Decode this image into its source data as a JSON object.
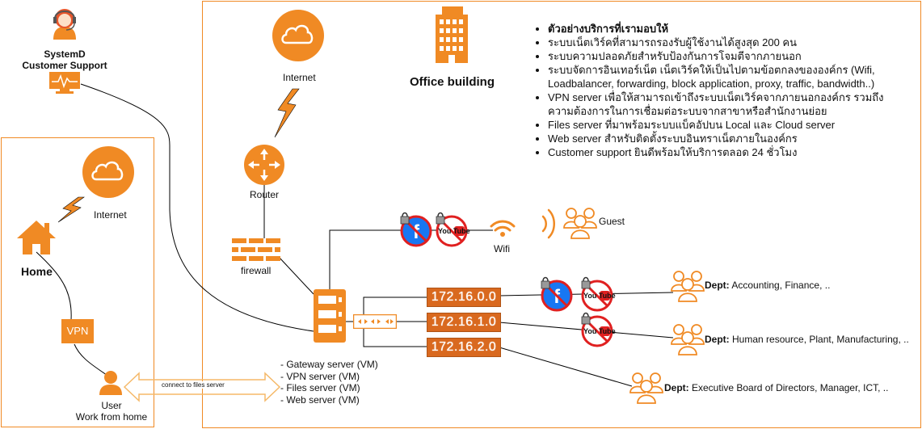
{
  "support": {
    "title_line1": "SystemD",
    "title_line2": "Customer Support"
  },
  "home": {
    "internet_label": "Internet",
    "home_label": "Home",
    "vpn_label": "VPN",
    "user_label": "User",
    "user_sublabel": "Work from home",
    "connect_label": "connect to files server"
  },
  "office": {
    "internet_label": "Internet",
    "router_label": "Router",
    "firewall_label": "firewall",
    "building_label": "Office building",
    "wifi_label": "Wifi",
    "guest_label": "Guest",
    "servers": [
      "- Gateway server (VM)",
      "- VPN server (VM)",
      "- Files server (VM)",
      "- Web server (VM)"
    ],
    "subnets": [
      "172.16.0.0",
      "172.16.1.0",
      "172.16.2.0"
    ],
    "depts": [
      {
        "prefix": "Dept:",
        "text": " Accounting, Finance, .."
      },
      {
        "prefix": "Dept:",
        "text": " Human resource, Plant, Manufacturing, .."
      },
      {
        "prefix": "Dept:",
        "text": " Executive Board of Directors, Manager, ICT, .."
      }
    ],
    "youtube_text": "You Tube"
  },
  "services": {
    "heading": "ตัวอย่างบริการที่เรามอบให้",
    "items": [
      "ระบบเน็ตเวิร์คที่สามารถรองรับผู้ใช้งานได้สูงสุด 200 คน",
      "ระบบความปลอดภัยสำหรับป้องกันการโจมตีจากภายนอก",
      "ระบบจัดการอินเทอร์เน็ต เน็ตเวิร์คให้เป็นไปตามข้อตกลงขององค์กร (Wifi, Loadbalancer, forwarding, block application, proxy, traffic, bandwidth..)",
      "VPN server เพื่อให้สามารถเข้าถึงระบบเน็ตเวิร์คจากภายนอกองค์กร รวมถึงความต้องการในการเชื่อมต่อระบบจากสาขาหรือสำนักงานย่อย",
      "Files server ที่มาพร้อมระบบแบ็คอัปบน Local และ Cloud server",
      "Web server สำหรับติดตั้งระบบอินทราเน็ตภายในองค์กร",
      "Customer support ยินดีพร้อมให้บริการตลอด 24 ชั่วโมง"
    ]
  },
  "colors": {
    "accent": "#f08a24",
    "dark_accent": "#d9691f",
    "line": "#000000",
    "blocked": "#e02020",
    "facebook": "#1877f2"
  }
}
